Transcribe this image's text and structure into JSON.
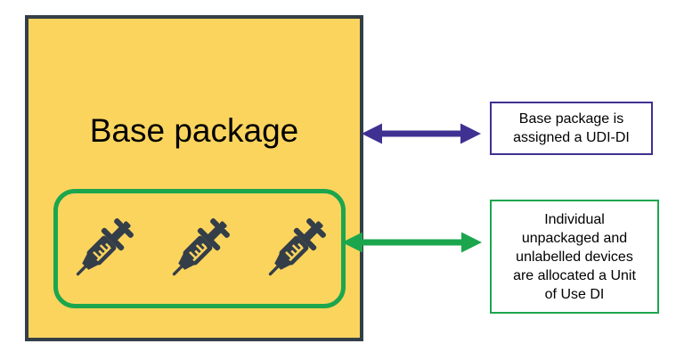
{
  "diagram": {
    "package_box": {
      "label": "Base package"
    },
    "device_group": {
      "icon": "syringe-icon",
      "device_count": 3
    },
    "callouts": {
      "udi": {
        "text": "Base package is assigned a UDI-DI",
        "lines": [
          "Base package is",
          "assigned a UDI-DI"
        ],
        "accent_color": "#3E3192"
      },
      "unit_of_use": {
        "text": "Individual unpackaged and unlabelled devices are allocated a Unit of Use DI",
        "lines": [
          "Individual",
          "unpackaged and",
          "unlabelled devices",
          "are allocated a Unit",
          "of Use DI"
        ],
        "accent_color": "#1BA64E"
      }
    },
    "colors": {
      "package_fill": "#FBD45E",
      "package_border": "#333E48",
      "device_color": "#333E48",
      "group_outline": "#1BA64E",
      "udi_accent": "#3E3192",
      "unit_of_use_accent": "#1BA64E",
      "background": "#FFFFFF",
      "text": "#000000"
    }
  }
}
